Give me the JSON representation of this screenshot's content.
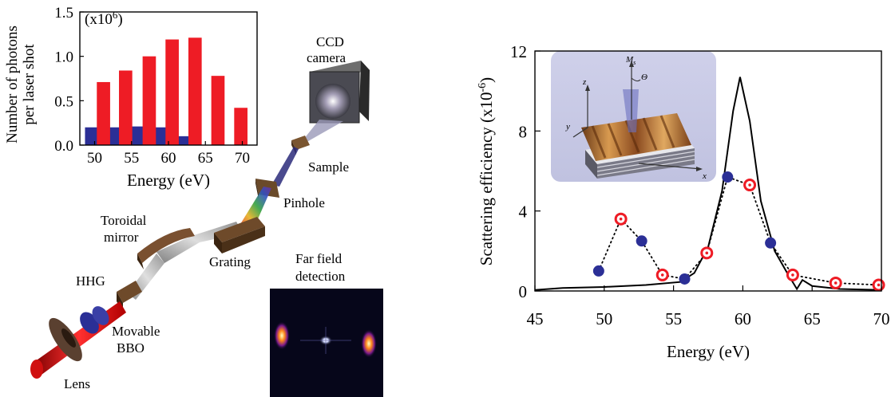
{
  "left_panel": {
    "annotations": {
      "ccd": [
        "CCD",
        "camera"
      ],
      "sample": "Sample",
      "pinhole": "Pinhole",
      "toroidal": [
        "Toroidal",
        "mirror"
      ],
      "grating": "Grating",
      "hhg": "HHG",
      "farfield": [
        "Far field",
        "detection"
      ],
      "movable": [
        "Movable",
        "BBO"
      ],
      "lens": "Lens"
    }
  },
  "chart_data": [
    {
      "type": "bar",
      "title": "",
      "xlabel": "Energy (eV)",
      "ylabel_lines": [
        "Number of photons",
        "per laser shot"
      ],
      "y_multiplier": "(x10",
      "y_multiplier_exp": "6",
      "y_multiplier_close": ")",
      "xlim": [
        48,
        72
      ],
      "ylim": [
        0,
        1.5
      ],
      "xticks": [
        "50",
        "55",
        "60",
        "65",
        "70"
      ],
      "xtick_values": [
        50,
        55,
        60,
        65,
        70
      ],
      "yticks": [
        "0.0",
        "0.5",
        "1.0",
        "1.5"
      ],
      "ytick_values": [
        0,
        0.5,
        1.0,
        1.5
      ],
      "series": [
        {
          "color": "#2b2f96",
          "points": [
            [
              49.6,
              0.2
            ],
            [
              52.7,
              0.2
            ],
            [
              55.8,
              0.21
            ],
            [
              58.9,
              0.2
            ],
            [
              62.0,
              0.1
            ]
          ]
        },
        {
          "color": "#ee1c25",
          "points": [
            [
              51.2,
              0.71
            ],
            [
              54.2,
              0.84
            ],
            [
              57.4,
              1.0
            ],
            [
              60.5,
              1.19
            ],
            [
              63.6,
              1.21
            ],
            [
              66.7,
              0.78
            ],
            [
              69.8,
              0.42
            ]
          ]
        }
      ]
    },
    {
      "type": "line",
      "title": "",
      "xlabel": "Energy (eV)",
      "ylabel": "Scattering efficiency (x10",
      "ylabel_exp": "-6",
      "ylabel_close": ")",
      "xlim": [
        45,
        70
      ],
      "ylim": [
        0,
        12
      ],
      "xticks": [
        "45",
        "50",
        "55",
        "60",
        "65",
        "70"
      ],
      "xtick_values": [
        45,
        50,
        55,
        60,
        65,
        70
      ],
      "yticks": [
        "0",
        "4",
        "8",
        "12"
      ],
      "ytick_values": [
        0,
        4,
        8,
        12
      ],
      "series": [
        {
          "style": "solid-line",
          "color": "#000000",
          "points": [
            [
              45,
              0.05
            ],
            [
              47,
              0.15
            ],
            [
              50,
              0.2
            ],
            [
              53,
              0.3
            ],
            [
              55.5,
              0.45
            ],
            [
              56.5,
              0.9
            ],
            [
              57.5,
              2.2
            ],
            [
              58.5,
              5.0
            ],
            [
              59.3,
              9.0
            ],
            [
              59.8,
              10.7
            ],
            [
              60.5,
              8.5
            ],
            [
              61.3,
              4.5
            ],
            [
              62.3,
              2.0
            ],
            [
              63.2,
              0.9
            ],
            [
              63.9,
              0.1
            ],
            [
              64.3,
              0.55
            ],
            [
              65,
              0.25
            ],
            [
              67,
              0.1
            ],
            [
              70,
              0.05
            ]
          ]
        },
        {
          "style": "dotted-line",
          "color": "#000000",
          "points": [
            [
              49.6,
              1.0
            ],
            [
              51.2,
              3.6
            ],
            [
              52.7,
              2.5
            ],
            [
              54.2,
              0.8
            ],
            [
              55.8,
              0.6
            ],
            [
              57.4,
              1.9
            ],
            [
              58.9,
              5.7
            ],
            [
              60.5,
              5.3
            ],
            [
              62.0,
              2.4
            ],
            [
              63.6,
              0.8
            ],
            [
              66.7,
              0.4
            ],
            [
              69.8,
              0.3
            ]
          ]
        },
        {
          "style": "blue-dots",
          "color": "#2b2f96",
          "points": [
            [
              49.6,
              1.0
            ],
            [
              52.7,
              2.5
            ],
            [
              55.8,
              0.6
            ],
            [
              58.9,
              5.7
            ],
            [
              62.0,
              2.4
            ]
          ]
        },
        {
          "style": "red-rings",
          "color": "#ee1c25",
          "points": [
            [
              51.2,
              3.6
            ],
            [
              54.2,
              0.8
            ],
            [
              57.4,
              1.9
            ],
            [
              60.5,
              5.3
            ],
            [
              63.6,
              0.8
            ],
            [
              66.7,
              0.4
            ],
            [
              69.8,
              0.3
            ]
          ]
        }
      ],
      "inset_labels": {
        "ms": "M",
        "ms_sub": "s",
        "theta": "Θ",
        "z": "z",
        "y": "y",
        "x": "x"
      }
    }
  ]
}
